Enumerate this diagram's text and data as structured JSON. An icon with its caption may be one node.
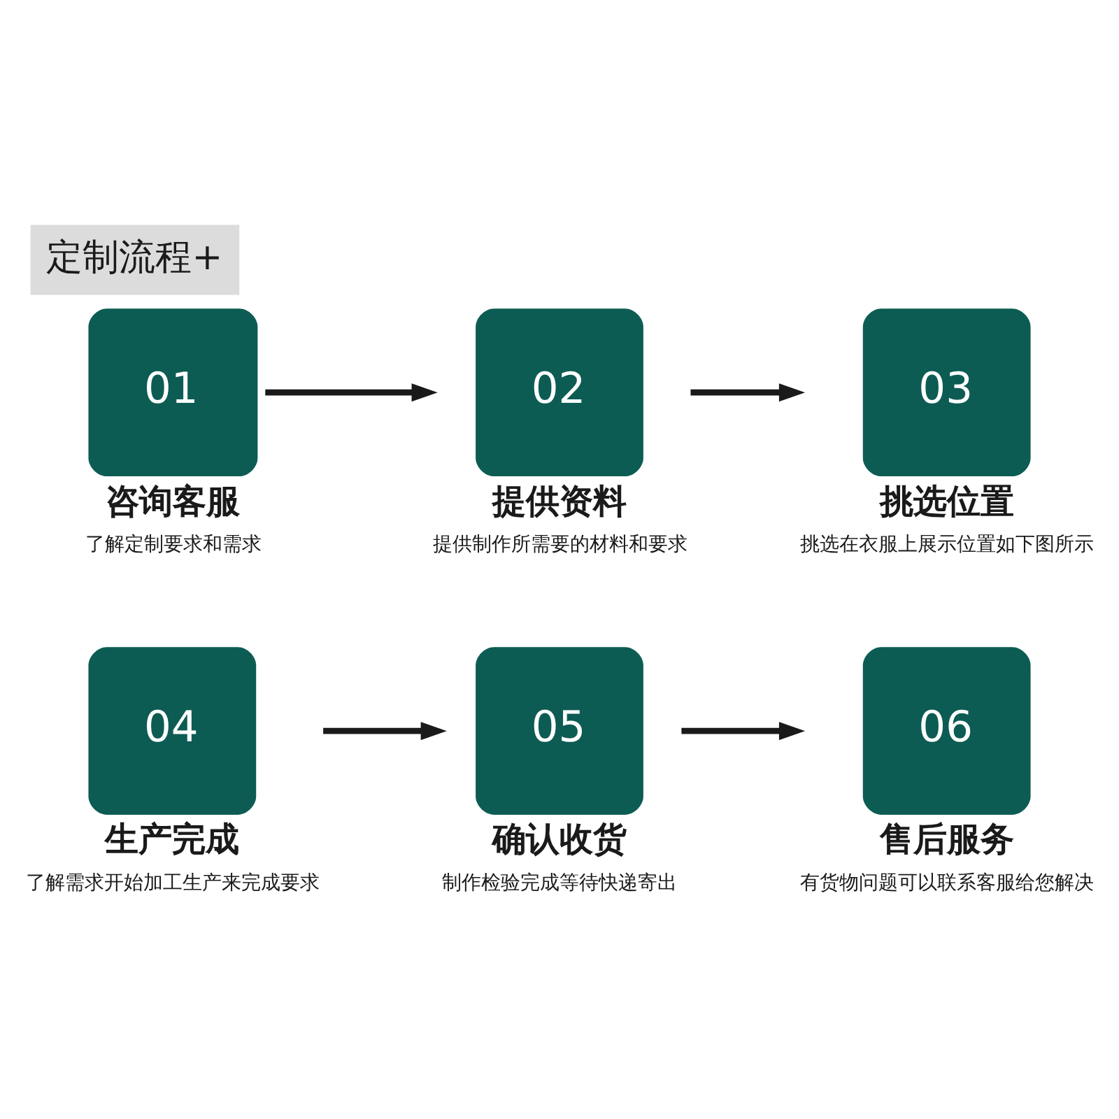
{
  "diagram": {
    "title": "定制流程+",
    "nodes": [
      {
        "text": [
          "01",
          "咨询客服"
        ],
        "beside": [
          "了解定制要求和需求"
        ]
      },
      {
        "text": [
          "02",
          "提供资料"
        ],
        "beside": [
          "提供制作所需要的材料和要求"
        ]
      },
      {
        "text": [
          "03",
          "挑选位置"
        ],
        "beside": [
          "挑选在衣服上展示位置如下图所示"
        ]
      },
      {
        "text": [
          "04",
          "生产完成"
        ],
        "beside": [
          "了解需求开始加工生产来完成要求"
        ]
      },
      {
        "text": [
          "05",
          "确认收货"
        ],
        "beside": [
          "制作检验完成等待快递寄出"
        ]
      },
      {
        "text": [
          "06",
          "售后服务"
        ],
        "beside": [
          "有货物问题可以联系客服给您解决"
        ]
      }
    ],
    "edges": [
      {
        "from": 0,
        "to": 1,
        "arrow": "to"
      },
      {
        "from": 1,
        "to": 2,
        "arrow": "to"
      },
      {
        "from": 3,
        "to": 4,
        "arrow": "to"
      },
      {
        "from": 4,
        "to": 5,
        "arrow": "to"
      }
    ]
  }
}
